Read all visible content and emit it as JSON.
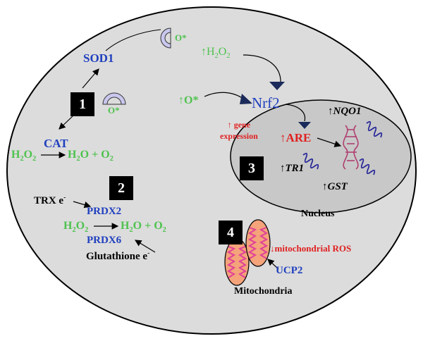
{
  "colors": {
    "cell_fill": "#dcdcdc",
    "nucleus_fill": "#c8c8c8",
    "enzyme_blue": "#1f3fbf",
    "molecule_green": "#4ec24e",
    "highlight_red": "#e02020",
    "mito_outer": "#f4a37a",
    "mito_inner": "#e0409a"
  },
  "mechanisms": {
    "m1": {
      "number": "1",
      "sod1": "SOD1",
      "superoxide": "O*",
      "cat": "CAT",
      "h2o2": "H",
      "h2o2_sub": "2",
      "h2o2_o": "O",
      "h2o2_o_sub": "2",
      "products_h": "H",
      "products_h_sub": "2",
      "products_o_plus": "O + O",
      "products_o_sub": "2"
    },
    "m2": {
      "number": "2",
      "trx": "TRX e",
      "trx_sup": "-",
      "prdx2": "PRDX2",
      "prdx6": "PRDX6",
      "glutathione": "Glutathione e",
      "glutathione_sup": "-",
      "h2o2": "H",
      "h2o2_sub": "2",
      "h2o2_o": "O",
      "h2o2_o_sub": "2",
      "products_h": "H",
      "products_h_sub": "2",
      "products_o_plus": "O + O",
      "products_o_sub": "2"
    },
    "m3": {
      "number": "3",
      "up_h2o2_prefix": "↑H",
      "up_h2o2_sub": "2",
      "up_h2o2_o": "O",
      "up_h2o2_o_sub": "2",
      "up_superoxide": "↑O*",
      "nrf2": "Nrf2",
      "gene_expression_line1": "↑ gene",
      "gene_expression_line2": "expression",
      "are": "↑ARE",
      "nqo1_arrow": "↑",
      "nqo1": "NQO1",
      "tr1_arrow": "↑",
      "tr1": "TR1",
      "gst_arrow": "↑",
      "gst": "GST",
      "nucleus": "Nucleus"
    },
    "m4": {
      "number": "4",
      "mito_ros": "↓mitochondrial ROS",
      "ucp2": "UCP2",
      "mitochondria": "Mitochondria"
    }
  }
}
